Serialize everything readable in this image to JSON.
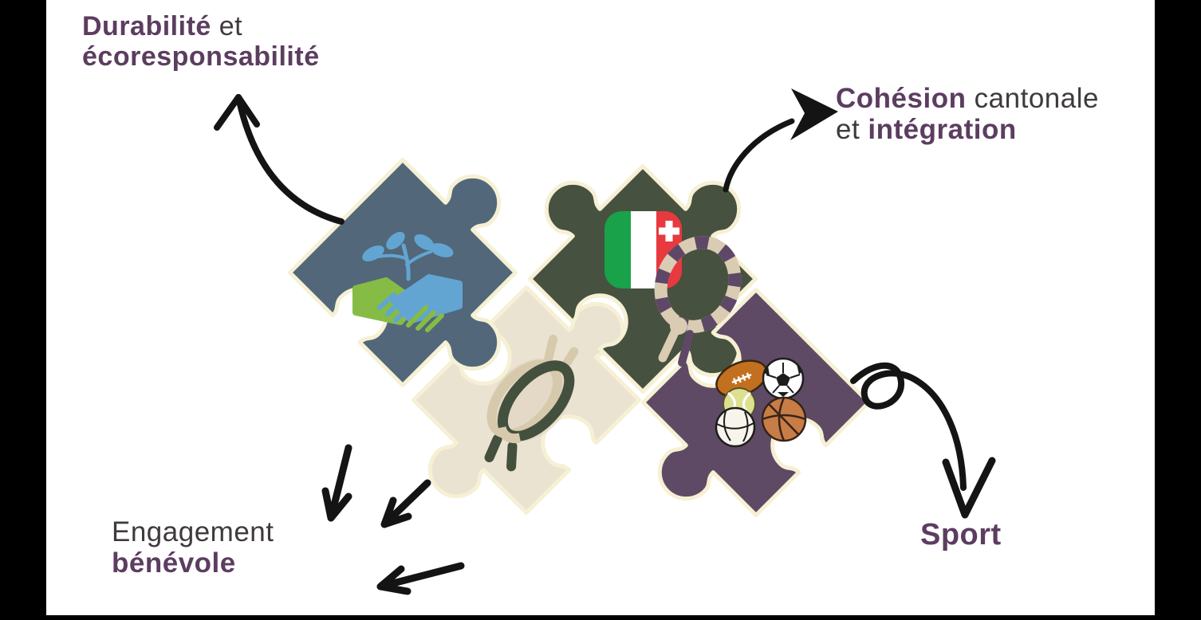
{
  "labels": {
    "durability": {
      "line1_bold": "Durabilité",
      "line1_rest": " et",
      "line2_bold": "écoresponsabilité"
    },
    "cohesion": {
      "line1_bold": "Cohésion",
      "line1_rest": " cantonale",
      "line2_rest": "et",
      "line2_bold": " intégration"
    },
    "volunteer": {
      "line1": "Engagement",
      "line2_bold": "bénévole"
    },
    "sport": {
      "label": "Sport"
    }
  },
  "pieces": [
    {
      "id": "sustainability",
      "icon": "handshake-plant-icon",
      "label_ref": "durability"
    },
    {
      "id": "volunteering",
      "icon": "rope-knot-icon",
      "label_ref": "volunteer"
    },
    {
      "id": "cohesion",
      "icon": "italian-flag-swiss-cross-neckerchief-icon",
      "label_ref": "cohesion"
    },
    {
      "id": "sport",
      "icon": "sports-balls-icon",
      "label_ref": "sport"
    }
  ],
  "icons": {
    "sustainability": "handshake-plant-icon",
    "cohesion_flag": "italian-flag-swiss-cross-icon",
    "cohesion_scarf": "neckerchief-icon",
    "volunteering": "rope-knot-icon",
    "sport": "sports-balls-icon",
    "arrow": "hand-drawn-arrow-icon"
  },
  "colors": {
    "background": "#000000",
    "canvas": "#ffffff",
    "piece_blue": "#52677A",
    "piece_green": "#475140",
    "piece_cream": "#EAE3D2",
    "piece_purple": "#5E4A64",
    "piece_outline": "#F6F0D4",
    "text_purple": "#5C3D60",
    "text_dark": "#3E3A3D",
    "arrow": "#141414",
    "flag_green": "#19A24A",
    "flag_red": "#E8393F",
    "hand_green": "#86BB45",
    "hand_blue": "#62A5D3",
    "rope_dark": "#44503E",
    "rope_tan": "#D6C9AC",
    "scarf_beige": "#D9CCB2",
    "scarf_purple": "#5F4768"
  }
}
